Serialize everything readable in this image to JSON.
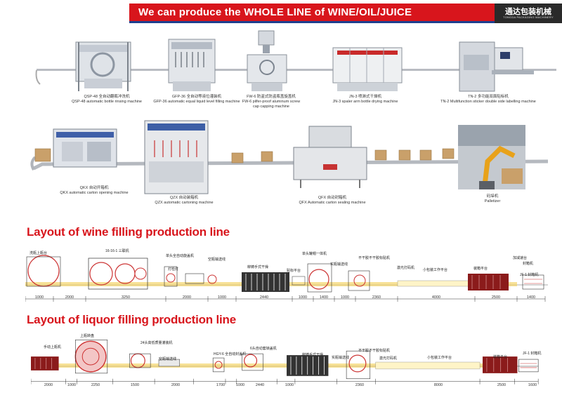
{
  "banner": {
    "title": "We can produce the WHOLE LINE of  WINE/OIL/JUICE",
    "brand_cn": "通达包装机械",
    "brand_en": "TONGDA PACKAGING MACHINERY"
  },
  "machines_row1": [
    {
      "cn": "QSP-48 全自动翻瓶冲洗机",
      "en": "QSP-48 automatic bottle rinsing machine"
    },
    {
      "cn": "GFP-36 全自动等液位灌装机",
      "en": "GFP-36 automatic equal liquid level filling machine"
    },
    {
      "cn": "FW-6 防盗式防盗瓶盖旋盖机",
      "en": "FW-6 pilfer-proof aluminum screw",
      "en2": "cap capping machine"
    },
    {
      "cn": "JN-3 喷淋式干燥机",
      "en": "JN-3 spaler arm bottle drying machine"
    },
    {
      "cn": "TN-2 多功能双面贴标机",
      "en": "TN-2 Multifunction sticker double side labelling machine"
    }
  ],
  "machines_row2": [
    {
      "cn": "QKX 自动开箱机",
      "en": "QKX automatic carton opening machine"
    },
    {
      "cn": "QZX 自动装箱机",
      "en": "QZX automatic cartoning machine"
    },
    {
      "cn": "QFX 自动封箱机",
      "en": "QFX Automatic carton sealing machine"
    },
    {
      "cn": "码垛机",
      "en": "Palletizer"
    }
  ],
  "wine_layout": {
    "title": "Layout of wine filling production line",
    "labels": [
      "洗瓶上瓶台",
      "16-16-1 三联机",
      "单头全自动旋盖机",
      "灯检灯",
      "空瓶输送线",
      "柳铸手式干燥",
      "贴标平台",
      "单头罐帽一体机",
      "实瓶输送线",
      "不干胶不干胶标贴机",
      "激光打码机",
      "小包装工作平台",
      "装箱平台",
      "加减速台",
      "封箱机",
      "JF-1 封箱机"
    ],
    "dims": [
      "1000",
      "2000",
      "3250",
      "2000",
      "1000",
      "2440",
      "1000",
      "1400",
      "1000",
      "2360",
      "4000",
      "2500",
      "1400"
    ]
  },
  "liquor_layout": {
    "title": "Layout of liquor filling production line",
    "labels": [
      "手动上瓶机",
      "上瓶转盘",
      "24头高低质量灌装机",
      "空瓶输送线",
      "HGY-6 全自动封盖机",
      "6头自动套锁盖机",
      "柳铸手式干燥",
      "实瓶输送线",
      "不干胶不干胶标贴机",
      "激光打码机",
      "小包装工作平台",
      "装箱平台",
      "JF-1 封箱机"
    ],
    "dims": [
      "2000",
      "1000",
      "2250",
      "1500",
      "2000",
      "1700",
      "1000",
      "2440",
      "1000",
      "2360",
      "8000",
      "2500",
      "1600"
    ]
  }
}
